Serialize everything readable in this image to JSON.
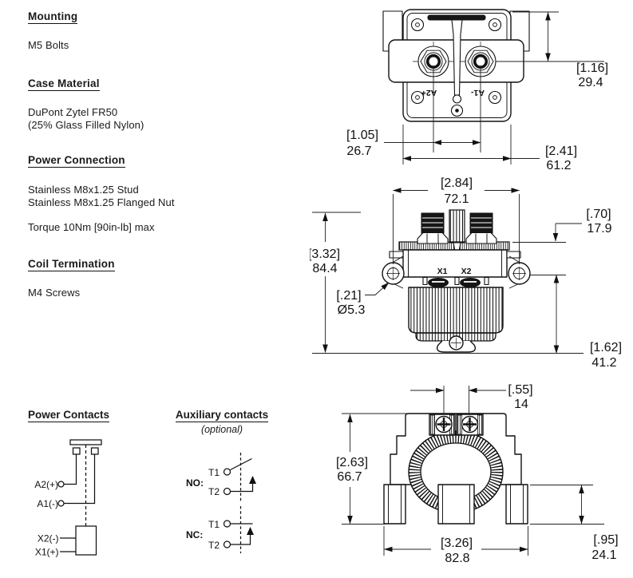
{
  "specs": {
    "mounting": {
      "heading": "Mounting",
      "line1": "M5 Bolts"
    },
    "case_material": {
      "heading": "Case Material",
      "line1": "DuPont Zytel FR50",
      "line2": "(25% Glass Filled Nylon)"
    },
    "power_connection": {
      "heading": "Power Connection",
      "line1": "Stainless M8x1.25 Stud",
      "line2": "Stainless M8x1.25 Flanged Nut",
      "line3": "Torque 10Nm [90in-lb] max"
    },
    "coil_termination": {
      "heading": "Coil Termination",
      "line1": "M4 Screws"
    }
  },
  "power_contacts": {
    "heading": "Power Contacts",
    "terminals": {
      "a2": "A2(+)",
      "a1": "A1(-)",
      "x2": "X2(-)",
      "x1": "X1(+)"
    }
  },
  "aux_contacts": {
    "heading": "Auxiliary contacts",
    "subtitle": "(optional)",
    "no_label": "NO:",
    "nc_label": "NC:",
    "no_t1": "T1",
    "no_t2": "T2",
    "nc_t1": "T1",
    "nc_t2": "T2"
  },
  "views": {
    "top": {
      "terminal_pos": "A2+",
      "terminal_neg": "A1-",
      "dim_height_in": "[1.16]",
      "dim_height_mm": "29.4",
      "dim_stud_spacing_in": "[1.05]",
      "dim_stud_spacing_mm": "26.7",
      "dim_width_in": "[2.41]",
      "dim_width_mm": "61.2"
    },
    "front": {
      "coil_t1": "X1",
      "coil_t2": "X2",
      "dim_mount_spacing_in": "[2.84]",
      "dim_mount_spacing_mm": "72.1",
      "dim_stud_height_in": "[.70]",
      "dim_stud_height_mm": "17.9",
      "dim_overall_height_in": "[3.32]",
      "dim_overall_height_mm": "84.4",
      "dim_hole_in": "[.21]",
      "dim_hole_mm": "Ø5.3",
      "dim_lower_height_in": "[1.62]",
      "dim_lower_height_mm": "41.2"
    },
    "side": {
      "dim_terminal_spacing_in": "[.55]",
      "dim_terminal_spacing_mm": "14",
      "dim_height_in": "[2.63]",
      "dim_height_mm": "66.7",
      "dim_width_in": "[3.26]",
      "dim_width_mm": "82.8",
      "dim_foot_height_in": "[.95]",
      "dim_foot_height_mm": "24.1"
    }
  },
  "colors": {
    "line": "#111111",
    "background": "#ffffff"
  }
}
